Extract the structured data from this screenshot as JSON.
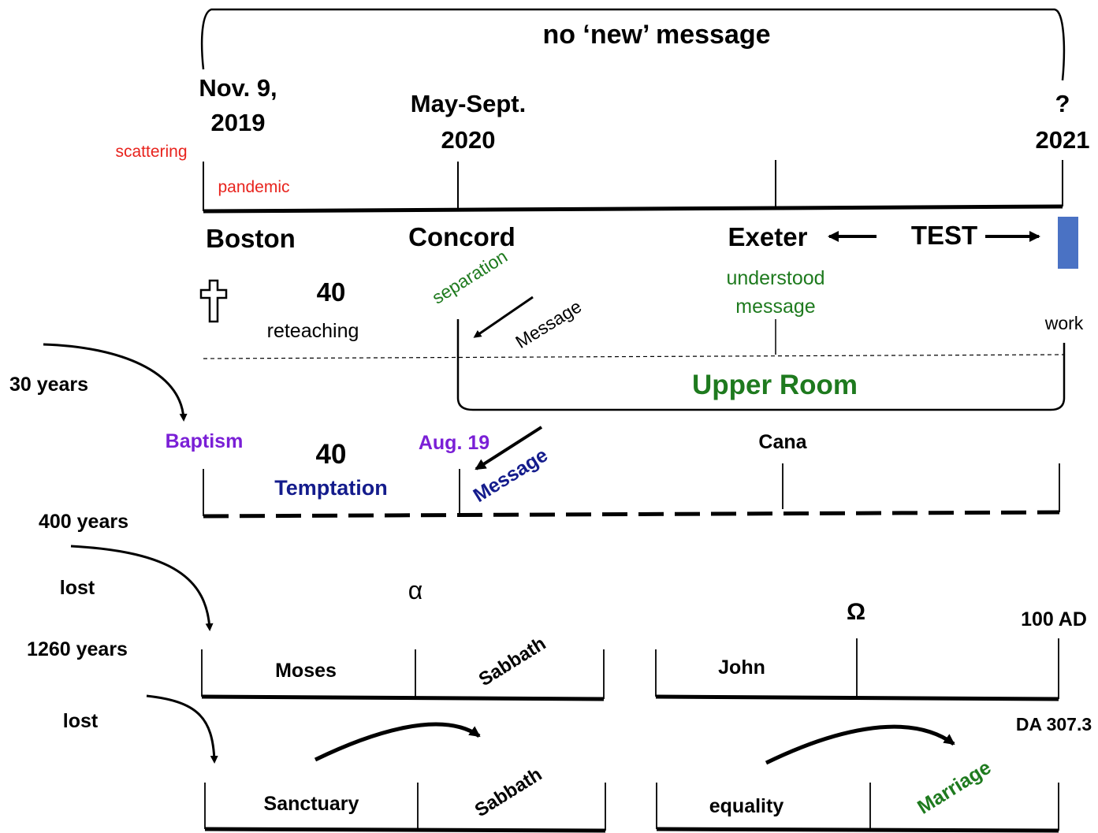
{
  "colors": {
    "black": "#000000",
    "red": "#e8231d",
    "green": "#1e7a1e",
    "purple": "#7a1fd6",
    "navy": "#141c8c",
    "box_blue": "#4a72c4"
  },
  "bracket_label": "no ‘new’ message",
  "timeline1": {
    "start_line1": "Nov. 9,",
    "start_line2": "2019",
    "mid_line1": "May-Sept.",
    "mid_line2": "2020",
    "end_line1": "?",
    "end_line2": "2021",
    "scattering": "scattering",
    "pandemic": "pandemic",
    "boston": "Boston",
    "concord": "Concord",
    "exeter": "Exeter",
    "test": "TEST"
  },
  "middle": {
    "cross_icon": "cross-icon",
    "forty_1": "40",
    "reteaching": "reteaching",
    "separation": "separation",
    "message": "Message",
    "understood_1": "understood",
    "understood_2": "message",
    "work": "work",
    "upper_room": "Upper Room"
  },
  "timeline2": {
    "thirty_years": "30 years",
    "baptism": "Baptism",
    "forty_2": "40",
    "temptation": "Temptation",
    "aug19": "Aug. 19",
    "message": "Message",
    "cana": "Cana"
  },
  "lower": {
    "four_hundred": "400 years",
    "lost_1": "lost",
    "twelve_sixty": "1260 years",
    "lost_2": "lost",
    "alpha": "α",
    "omega": "Ω",
    "hundred_ad": "100 AD",
    "moses": "Moses",
    "sabbath_1": "Sabbath",
    "john": "John",
    "da_ref": "DA 307.3",
    "sanctuary": "Sanctuary",
    "sabbath_2": "Sabbath",
    "equality": "equality",
    "marriage": "Marriage"
  }
}
